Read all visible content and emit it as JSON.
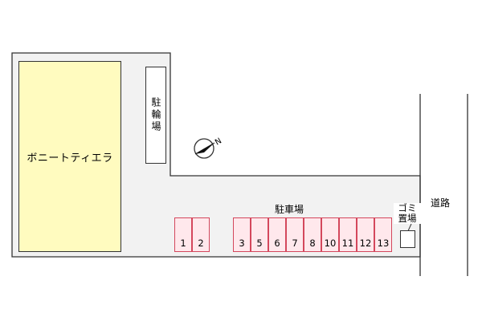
{
  "building": {
    "label": "ボニートティエラ"
  },
  "bike_parking": {
    "label": "駐輪場"
  },
  "parking_lot": {
    "label": "駐車場",
    "spaces": [
      "1",
      "2",
      "3",
      "5",
      "6",
      "7",
      "8",
      "10",
      "11",
      "12",
      "13"
    ]
  },
  "garbage": {
    "label_line1": "ゴミ",
    "label_line2": "置場"
  },
  "road": {
    "label": "道路"
  },
  "compass": {
    "north_label": "N",
    "icon": "north-arrow-icon"
  },
  "colors": {
    "lot_fill": "#f2f2f2",
    "building_fill": "#fffbbf",
    "parking_fill": "#ffe8ec",
    "parking_border": "#d4475c"
  }
}
